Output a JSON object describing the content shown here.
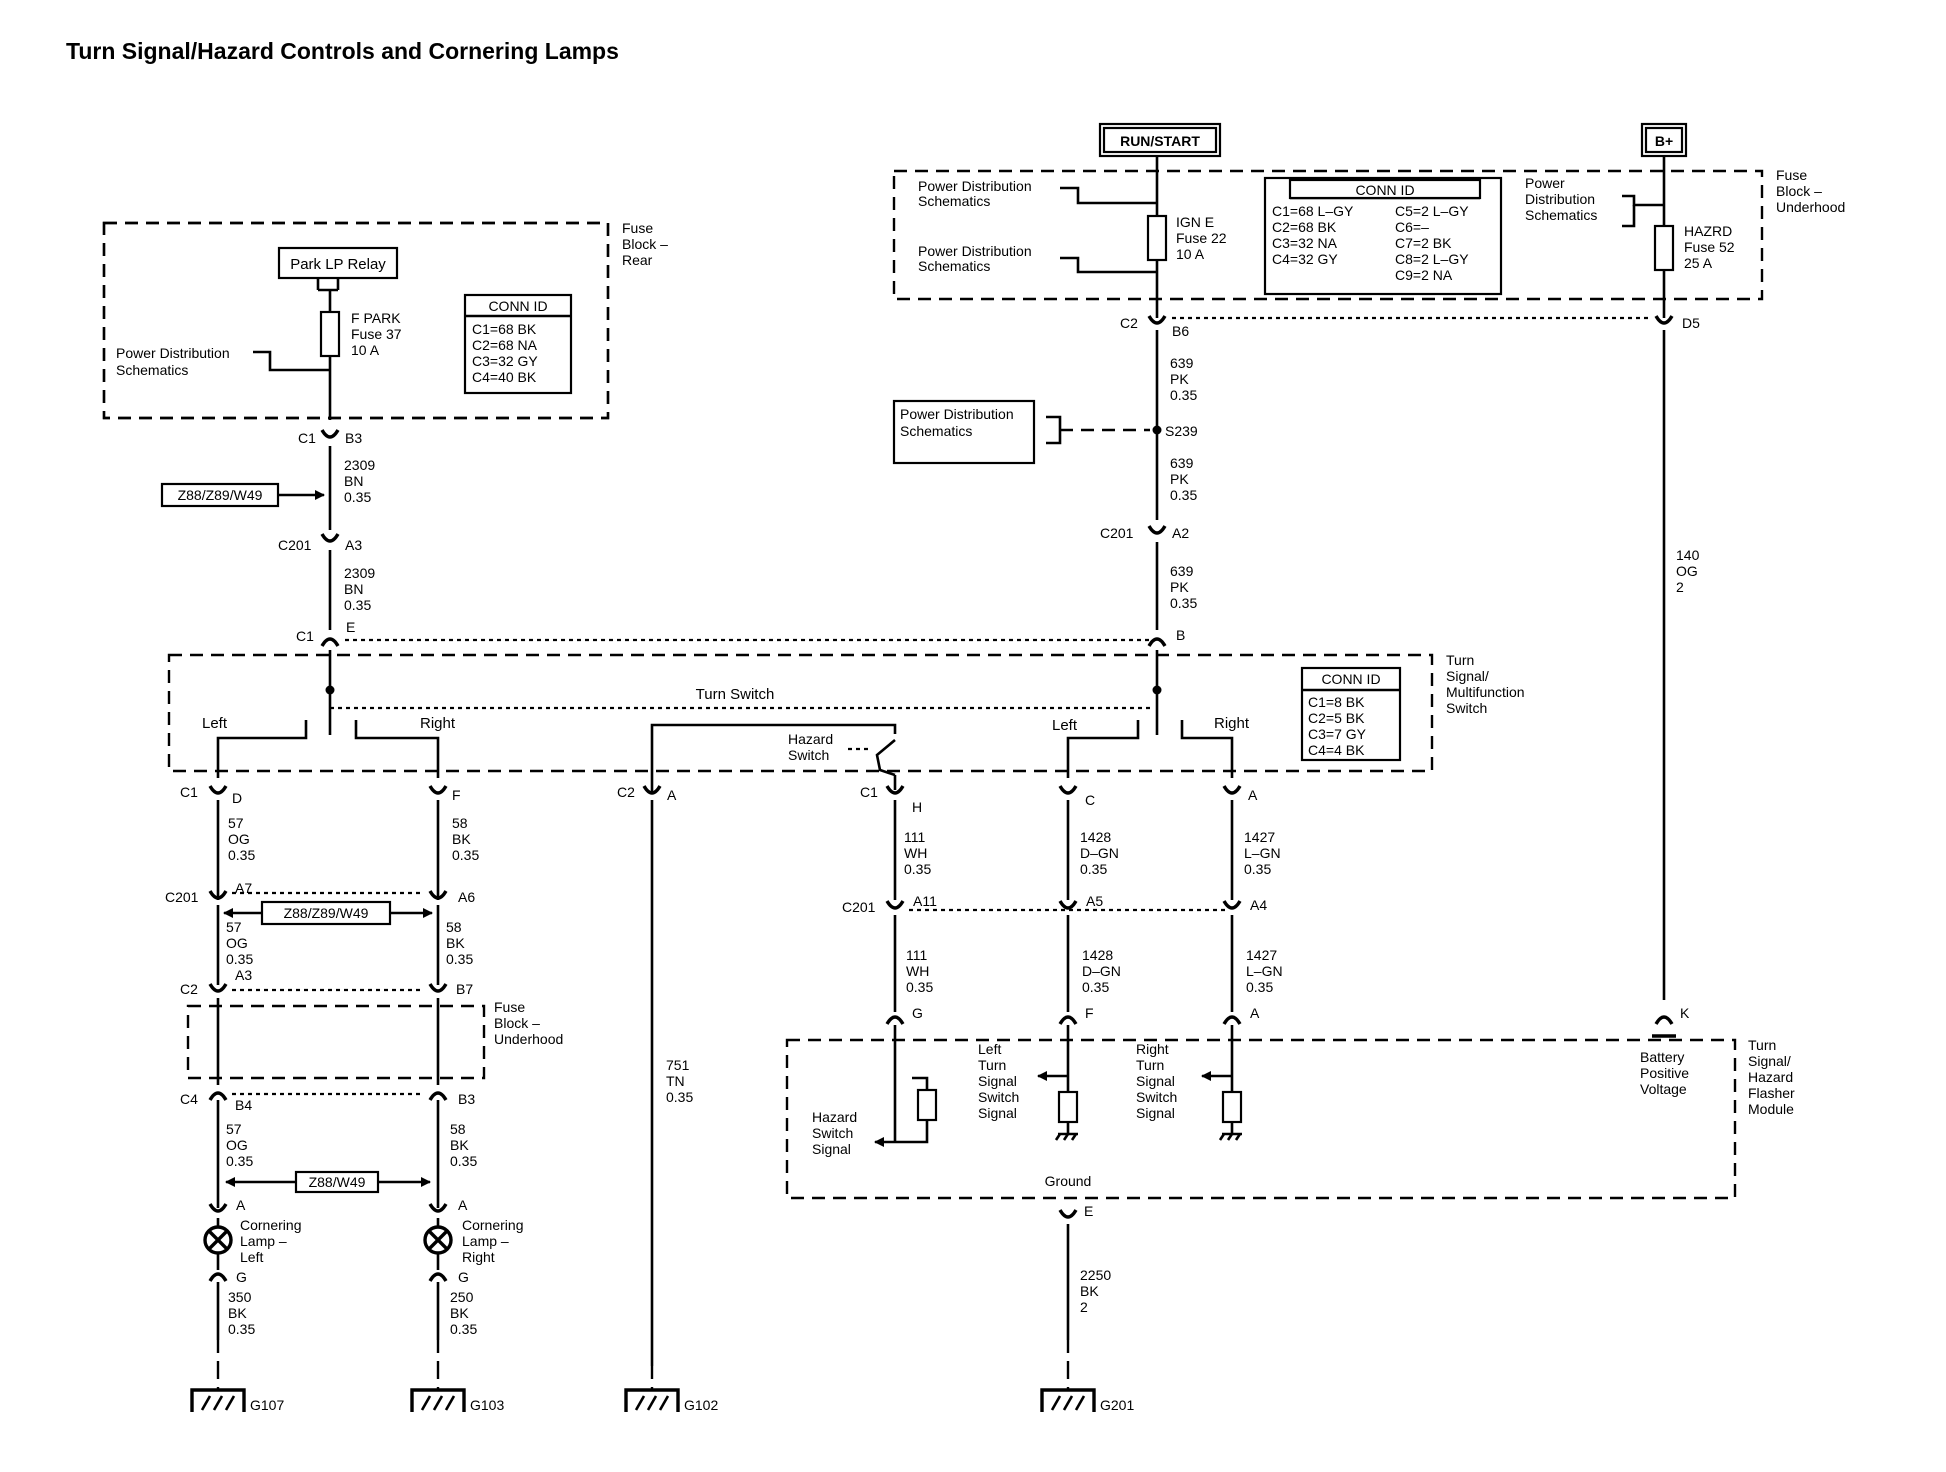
{
  "title": "Turn Signal/Hazard Controls and Cornering Lamps",
  "power_sources": {
    "run_start": "RUN/START",
    "battery": "B+"
  },
  "fuse_block_rear": {
    "label_lines": [
      "Fuse",
      "Block –",
      "Rear"
    ],
    "relay": "Park LP Relay",
    "fuse_lines": [
      "F PARK",
      "Fuse 37",
      "10 A"
    ],
    "conn_id_title": "CONN ID",
    "conn_id": [
      "C1=68 BK",
      "C2=68 NA",
      "C3=32 GY",
      "C4=40 BK"
    ],
    "power_dist": [
      "Power Distribution",
      "Schematics"
    ]
  },
  "fuse_block_underhood": {
    "label_lines": [
      "Fuse",
      "Block –",
      "Underhood"
    ],
    "power_dist_1": [
      "Power Distribution",
      "Schematics"
    ],
    "power_dist_2": [
      "Power Distribution",
      "Schematics"
    ],
    "power_dist_3": [
      "Power",
      "Distribution",
      "Schematics"
    ],
    "ign_fuse": [
      "IGN E",
      "Fuse 22",
      "10 A"
    ],
    "hazrd_fuse": [
      "HAZRD",
      "Fuse 52",
      "25 A"
    ],
    "conn_id_title": "CONN ID",
    "conn_id_left": [
      "C1=68 L–GY",
      "C2=68 BK",
      "C3=32 NA",
      "C4=32 GY"
    ],
    "conn_id_right": [
      "C5=2 L–GY",
      "C6=–",
      "C7=2 BK",
      "C8=2 L–GY",
      "C9=2 NA"
    ]
  },
  "splice": {
    "label": "S239",
    "power_dist": [
      "Power Distribution",
      "Schematics"
    ]
  },
  "turn_switch": {
    "label_lines": [
      "Turn",
      "Signal/",
      "Multifunction",
      "Switch"
    ],
    "turn_switch": "Turn Switch",
    "hazard_switch": [
      "Hazard",
      "Switch"
    ],
    "left": "Left",
    "right": "Right",
    "conn_id_title": "CONN ID",
    "conn_id": [
      "C1=8 BK",
      "C2=5 BK",
      "C3=7 GY",
      "C4=4 BK"
    ]
  },
  "flasher_module": {
    "label_lines": [
      "Turn",
      "Signal/",
      "Hazard",
      "Flasher",
      "Module"
    ],
    "hazard_signal": [
      "Hazard",
      "Switch",
      "Signal"
    ],
    "left_signal": [
      "Left",
      "Turn",
      "Signal",
      "Switch",
      "Signal"
    ],
    "right_signal": [
      "Right",
      "Turn",
      "Signal",
      "Switch",
      "Signal"
    ],
    "battery": [
      "Battery",
      "Positive",
      "Voltage"
    ],
    "ground": "Ground"
  },
  "underhood_small": [
    "Fuse",
    "Block –",
    "Underhood"
  ],
  "options": {
    "z88_z89_w49_top": "Z88/Z89/W49",
    "z88_z89_w49_mid": "Z88/Z89/W49",
    "z88_w49": "Z88/W49"
  },
  "lamps": {
    "left": [
      "Cornering",
      "Lamp –",
      "Left"
    ],
    "right": [
      "Cornering",
      "Lamp –",
      "Right"
    ]
  },
  "grounds": [
    "G107",
    "G103",
    "G102",
    "G201"
  ],
  "connectors": {
    "c1_b3": [
      "C1",
      "B3"
    ],
    "c201_a3": [
      "C201",
      "A3"
    ],
    "c1_e": [
      "C1",
      "E"
    ],
    "c2_b6": [
      "C2",
      "B6"
    ],
    "c201_a2": [
      "C201",
      "A2"
    ],
    "b": "B",
    "d5": "D5",
    "c1_d": [
      "C1",
      "D"
    ],
    "f": "F",
    "c2_a": [
      "C2",
      "A"
    ],
    "c1_h": [
      "C1",
      "H"
    ],
    "c": "C",
    "a": "A",
    "c201_a7": [
      "C201",
      "A7"
    ],
    "a6": "A6",
    "c201_a11": [
      "C201",
      "A11"
    ],
    "a5": "A5",
    "a4": "A4",
    "c2_a3": [
      "C2",
      "A3"
    ],
    "b7": "B7",
    "g": "G",
    "f2": "F",
    "a2": "A",
    "k": "K",
    "c4_b4": [
      "C4",
      "B4"
    ],
    "b3": "B3",
    "lamp_a_l": "A",
    "lamp_a_r": "A",
    "lamp_g_l": "G",
    "lamp_g_r": "G",
    "e": "E"
  },
  "wires": {
    "w2309a": [
      "2309",
      "BN",
      "0.35"
    ],
    "w2309b": [
      "2309",
      "BN",
      "0.35"
    ],
    "w639a": [
      "639",
      "PK",
      "0.35"
    ],
    "w639b": [
      "639",
      "PK",
      "0.35"
    ],
    "w639c": [
      "639",
      "PK",
      "0.35"
    ],
    "w140": [
      "140",
      "OG",
      "2"
    ],
    "w57a": [
      "57",
      "OG",
      "0.35"
    ],
    "w57b": [
      "57",
      "OG",
      "0.35"
    ],
    "w57c": [
      "57",
      "OG",
      "0.35"
    ],
    "w58a": [
      "58",
      "BK",
      "0.35"
    ],
    "w58b": [
      "58",
      "BK",
      "0.35"
    ],
    "w58c": [
      "58",
      "BK",
      "0.35"
    ],
    "w751": [
      "751",
      "TN",
      "0.35"
    ],
    "w111a": [
      "111",
      "WH",
      "0.35"
    ],
    "w111b": [
      "111",
      "WH",
      "0.35"
    ],
    "w1428a": [
      "1428",
      "D–GN",
      "0.35"
    ],
    "w1428b": [
      "1428",
      "D–GN",
      "0.35"
    ],
    "w1427a": [
      "1427",
      "L–GN",
      "0.35"
    ],
    "w1427b": [
      "1427",
      "L–GN",
      "0.35"
    ],
    "w350": [
      "350",
      "BK",
      "0.35"
    ],
    "w250": [
      "250",
      "BK",
      "0.35"
    ],
    "w2250": [
      "2250",
      "BK",
      "2"
    ]
  }
}
